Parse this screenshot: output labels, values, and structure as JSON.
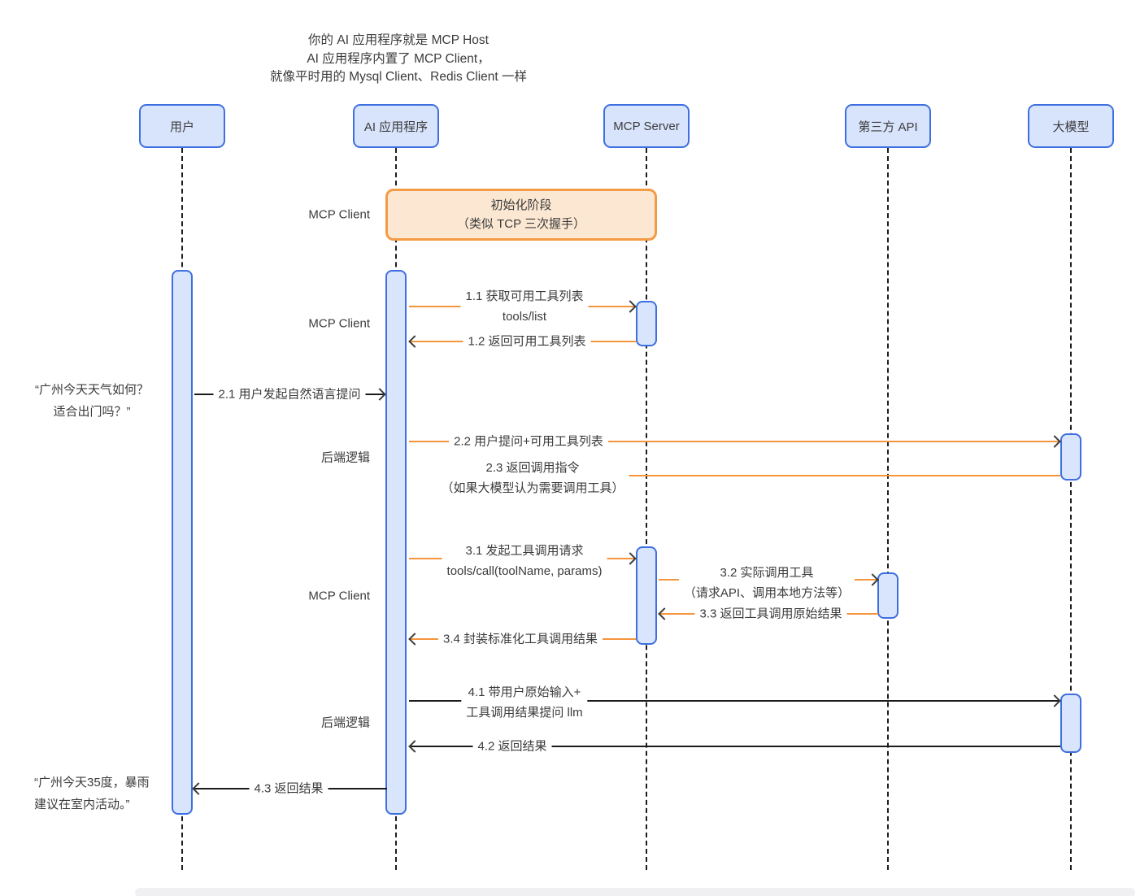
{
  "colors": {
    "actor_border": "#3E6FE0",
    "actor_fill": "#D8E4FC",
    "orange_arrow": "#F5953B",
    "init_border": "#F49B45",
    "init_fill": "#FCE8D2",
    "black_arrow": "#1b1b1b",
    "text": "#3b3b3b"
  },
  "diagram": {
    "top_note": {
      "line1": "你的 AI 应用程序就是 MCP Host",
      "line2": "AI 应用程序内置了 MCP Client，",
      "line3": "就像平时用的 Mysql Client、Redis Client 一样"
    },
    "actors": {
      "user": "用户",
      "ai_app": "AI 应用程序",
      "mcp_server": "MCP Server",
      "third_party_api": "第三方 API",
      "llm": "大模型"
    },
    "init_box": {
      "side_label": "MCP Client",
      "line1": "初始化阶段",
      "line2": "（类似 TCP 三次握手）"
    },
    "section_labels": {
      "phase1": "MCP Client",
      "phase2": "后端逻辑",
      "phase3": "MCP Client",
      "phase4": "后端逻辑"
    },
    "messages": {
      "m1_1": {
        "l1": "1.1 获取可用工具列表",
        "l2": "tools/list"
      },
      "m1_2": {
        "l1": "1.2 返回可用工具列表"
      },
      "m2_1": {
        "l1": "2.1 用户发起自然语言提问"
      },
      "m2_2": {
        "l1": "2.2 用户提问+可用工具列表"
      },
      "m2_3": {
        "l1": "2.3 返回调用指令",
        "l2": "（如果大模型认为需要调用工具）"
      },
      "m3_1": {
        "l1": "3.1 发起工具调用请求",
        "l2": "tools/call(toolName, params)"
      },
      "m3_2": {
        "l1": "3.2 实际调用工具",
        "l2": "（请求API、调用本地方法等）"
      },
      "m3_3": {
        "l1": "3.3 返回工具调用原始结果"
      },
      "m3_4": {
        "l1": "3.4 封装标准化工具调用结果"
      },
      "m4_1": {
        "l1": "4.1 带用户原始输入+",
        "l2": "工具调用结果提问 llm"
      },
      "m4_2": {
        "l1": "4.2 返回结果"
      },
      "m4_3": {
        "l1": "4.3 返回结果"
      }
    },
    "notes": {
      "question": {
        "line1": "“广州今天天气如何？",
        "line2": "适合出门吗？”"
      },
      "answer": {
        "line1": "“广州今天35度，暴雨",
        "line2": "建议在室内活动。”"
      }
    }
  }
}
